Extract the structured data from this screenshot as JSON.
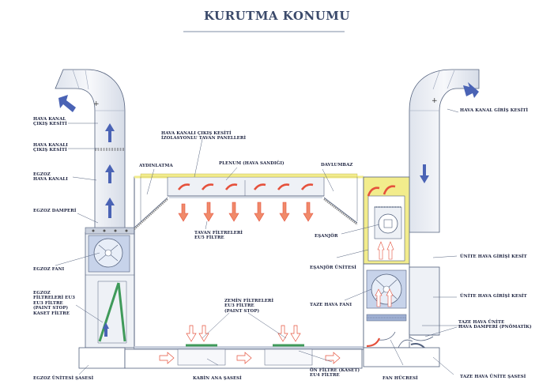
{
  "title": "KURUTMA KONUMU",
  "labels": {
    "hava_kanal_cikis_kesiti_1": "HAVA KANAL\nÇIKIŞ KESİTİ",
    "hava_kanali_cikis_kesiti_2": "HAVA KANALI\nÇIKIŞ KESİTİ",
    "egzoz_hava_kanali": "EGZOZ\nHAVA KANALI",
    "egzoz_damperi": "EGZOZ DAMPERİ",
    "egzoz_fani": "EGZOZ FANI",
    "egzoz_filtreleri": "EGZOZ\nFİLTRELERİ EU3\nEU3 FİLTRE\n(PAINT STOP)\nKASET FİLTRE",
    "egzoz_unitesi_sasesi": "EGZOZ ÜNİTESİ ŞASESİ",
    "hava_kanali_tavan": "HAVA KANALI ÇIKIŞ KESİTİ\nİZOLASYONLU TAVAN PANELLERİ",
    "aydinlatma": "AYDINLATMA",
    "plenum": "PLENUM (HAVA SANDIĞI)",
    "davlumbaz": "DAVLUMBAZ",
    "tavan_filtreleri": "TAVAN FİLTRELERİ\nEU5 FİLTRE",
    "esanjor": "EŞANJÖR",
    "esanjor_unitesi": "EŞANJÖR ÜNİTESİ",
    "taze_hava_fani": "TAZE HAVA FANI",
    "zemin_filtreleri": "ZEMİN FİLTRELERİ\nEU3 FİLTRE\n(PAINT STOP)",
    "kabin_ana_sasesi": "KABİN ANA ŞASESİ",
    "on_filtre": "ÖN FİLTRE (KASET)\nEU4 FİLTRE",
    "fan_hucresi": "FAN HÜCRESİ",
    "hava_kanal_giris_kesiti": "HAVA KANAL GİRİŞ KESİTİ",
    "unite_hava_giris_kesit_1": "ÜNİTE HAVA GİRİŞİ KESİT",
    "unite_hava_giris_kesit_2": "ÜNİTE HAVA GİRİŞİ KESİT",
    "taze_hava_unite_damperi": "TAZE HAVA ÜNİTE\nHAVA DAMPERİ (PNÖMATİK)",
    "taze_hava_unite_sasesi": "TAZE HAVA ÜNİTE ŞASESİ"
  },
  "colors": {
    "outline": "#54627e",
    "duct_fill": "#eef1f6",
    "duct_shade": "#c9d0dd",
    "blue_arrow": "#4a63b5",
    "red_arrow": "#e5513c",
    "yellow_panel": "#f2ec8c",
    "green_filter": "#3f9a5a",
    "title": "#3b4a6b",
    "label": "#1d2340"
  },
  "icons": [
    "fan-icon",
    "up-arrow-icon",
    "down-arrow-icon",
    "heat-arrow-icon",
    "damper-icon"
  ]
}
